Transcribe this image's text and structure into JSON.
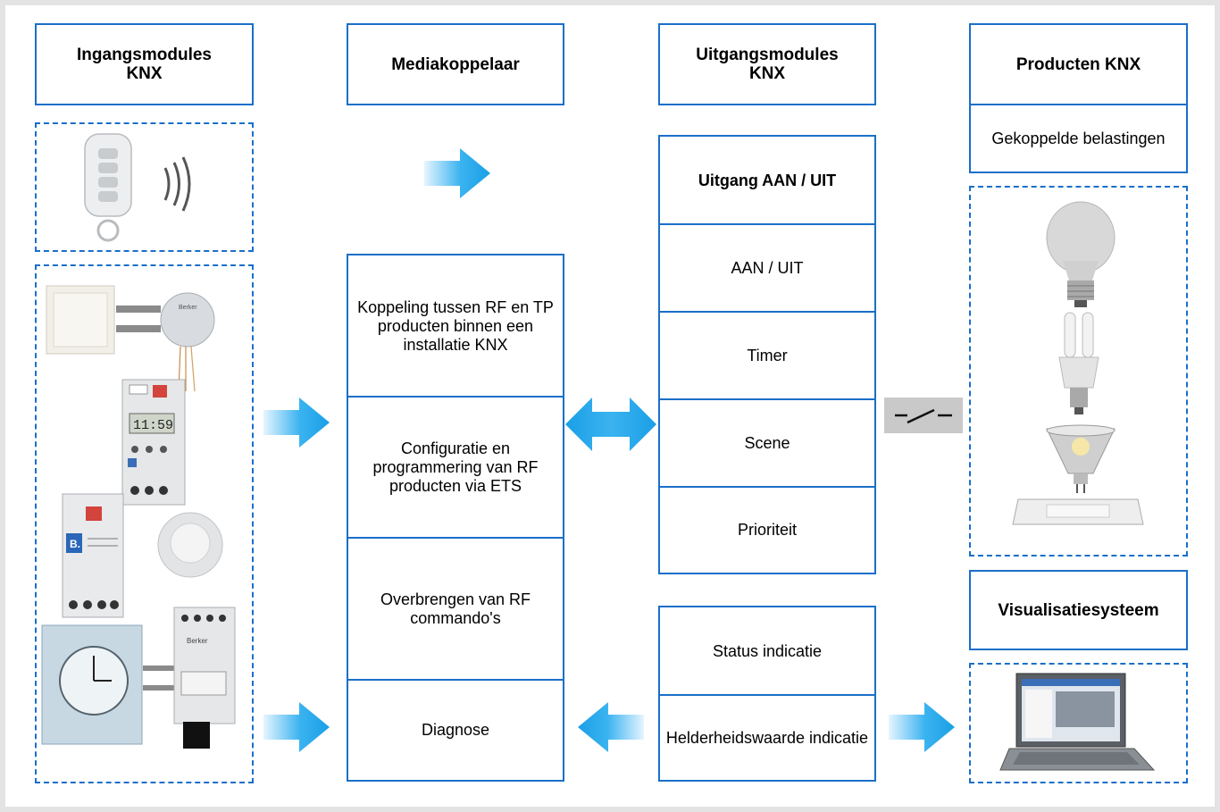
{
  "headers": {
    "input": "Ingangsmodules\nKNX",
    "coupler": "Mediakoppelaar",
    "output": "Uitgangsmodules\nKNX",
    "products": "Producten KNX"
  },
  "coupler_functions": [
    "Koppeling tussen RF en TP producten binnen een installatie KNX",
    "Configuratie en programmering van RF producten via ETS",
    "Overbrengen van RF commando's",
    "Diagnose"
  ],
  "output_functions": {
    "title": "Uitgang AAN / UIT",
    "items": [
      "AAN / UIT",
      "Timer",
      "Scene",
      "Prioriteit"
    ]
  },
  "output_status": [
    "Status indicatie",
    "Helderheidswaarde indicatie"
  ],
  "products": {
    "loads_label": "Gekoppelde belastingen",
    "visualization": "Visualisatiesysteem"
  },
  "display_text": "11:59",
  "device_labels": {
    "brand": "Berker",
    "module_letter": "B."
  },
  "colors": {
    "border": "#1a6fc9",
    "arrow_start": "#d6efff",
    "arrow_end": "#1aa3e8",
    "frame": "#e3e3e3"
  }
}
